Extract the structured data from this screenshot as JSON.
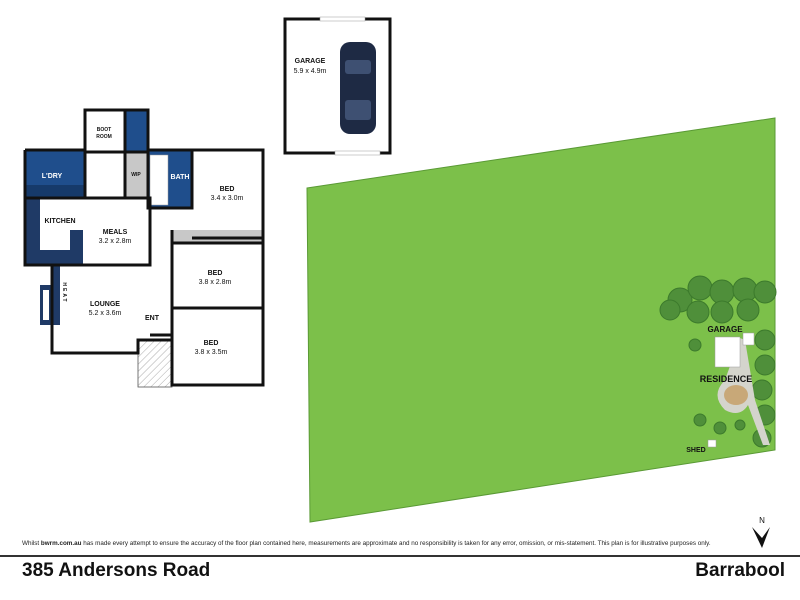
{
  "floor_plan": {
    "rooms": {
      "laundry": "L'DRY",
      "boot_room_1": "BOOT",
      "boot_room_2": "ROOM",
      "wip": "WIP",
      "bath": "BATH",
      "bed1": "BED",
      "bed1_dim": "3.4 x 3.0m",
      "kitchen": "KITCHEN",
      "meals": "MEALS",
      "meals_dim": "3.2 x 2.8m",
      "bed2": "BED",
      "bed2_dim": "3.8 x 2.8m",
      "lounge": "LOUNGE",
      "lounge_dim": "5.2 x 3.6m",
      "heat": "HEAT",
      "ent": "ENT",
      "bed3": "BED",
      "bed3_dim": "3.8 x 3.5m"
    },
    "garage": "GARAGE",
    "garage_dim": "5.9 x 4.9m"
  },
  "site_plan": {
    "garage": "GARAGE",
    "residence": "RESIDENCE",
    "shed": "SHED",
    "north": "N"
  },
  "footer": {
    "disclaimer_pre": "Whilst ",
    "disclaimer_brand": "bwrm.com.au",
    "disclaimer_post": " has made every attempt to ensure the accuracy of the floor plan contained here, measurements  are approximate and no  responsibility is taken for any error, omission, or mis-statement. This plan is for illustrative purposes only.",
    "address": "385 Andersons Road",
    "suburb": "Barrabool"
  },
  "colors": {
    "wet_area": "#1f4e8c",
    "lawn": "#7cc04a",
    "wall": "#111111"
  }
}
